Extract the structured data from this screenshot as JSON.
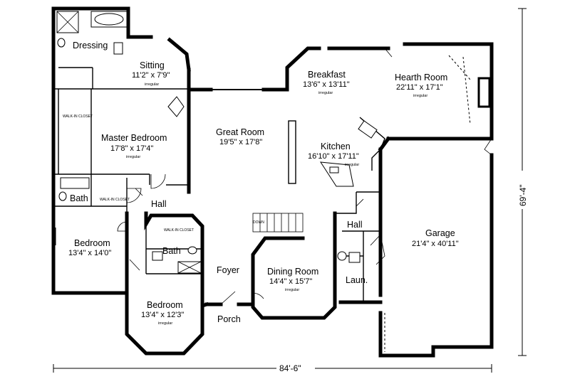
{
  "rooms": {
    "dressing": {
      "name": "Dressing"
    },
    "sitting": {
      "name": "Sitting",
      "dims": "11'2\" x 7'9\"",
      "note": "irregular"
    },
    "master_bedroom": {
      "name": "Master Bedroom",
      "dims": "17'8\" x 17'4\"",
      "note": "irregular"
    },
    "great_room": {
      "name": "Great Room",
      "dims": "19'5\" x 17'8\""
    },
    "breakfast": {
      "name": "Breakfast",
      "dims": "13'6\" x 13'11\"",
      "note": "irregular"
    },
    "hearth_room": {
      "name": "Hearth Room",
      "dims": "22'11\" x 17'1\"",
      "note": "irregular"
    },
    "kitchen": {
      "name": "Kitchen",
      "dims": "16'10\" x 17'11\"",
      "note": "irregular"
    },
    "bath_1": {
      "name": "Bath"
    },
    "hall_1": {
      "name": "Hall"
    },
    "bedroom_1": {
      "name": "Bedroom",
      "dims": "13'4\" x 14'0\""
    },
    "bath_2": {
      "name": "Bath"
    },
    "foyer": {
      "name": "Foyer"
    },
    "dining_room": {
      "name": "Dining Room",
      "dims": "14'4\" x 15'7\"",
      "note": "irregular"
    },
    "bedroom_2": {
      "name": "Bedroom",
      "dims": "13'4\" x 12'3\"",
      "note": "irregular"
    },
    "porch": {
      "name": "Porch"
    },
    "hall_2": {
      "name": "Hall"
    },
    "laundry": {
      "name": "Laun."
    },
    "garage": {
      "name": "Garage",
      "dims": "21'4\" x 40'11\""
    }
  },
  "small_labels": {
    "walk_in_closet_master": "WALK-IN CLOSET",
    "walk_in_closet_bath": "WALK-IN CLOSET",
    "walk_in_closet_bedroom": "WALK-IN CLOSET",
    "down_stairs": "DOWN"
  },
  "dimensions": {
    "width": "84'-6\"",
    "depth": "69'-4\""
  }
}
